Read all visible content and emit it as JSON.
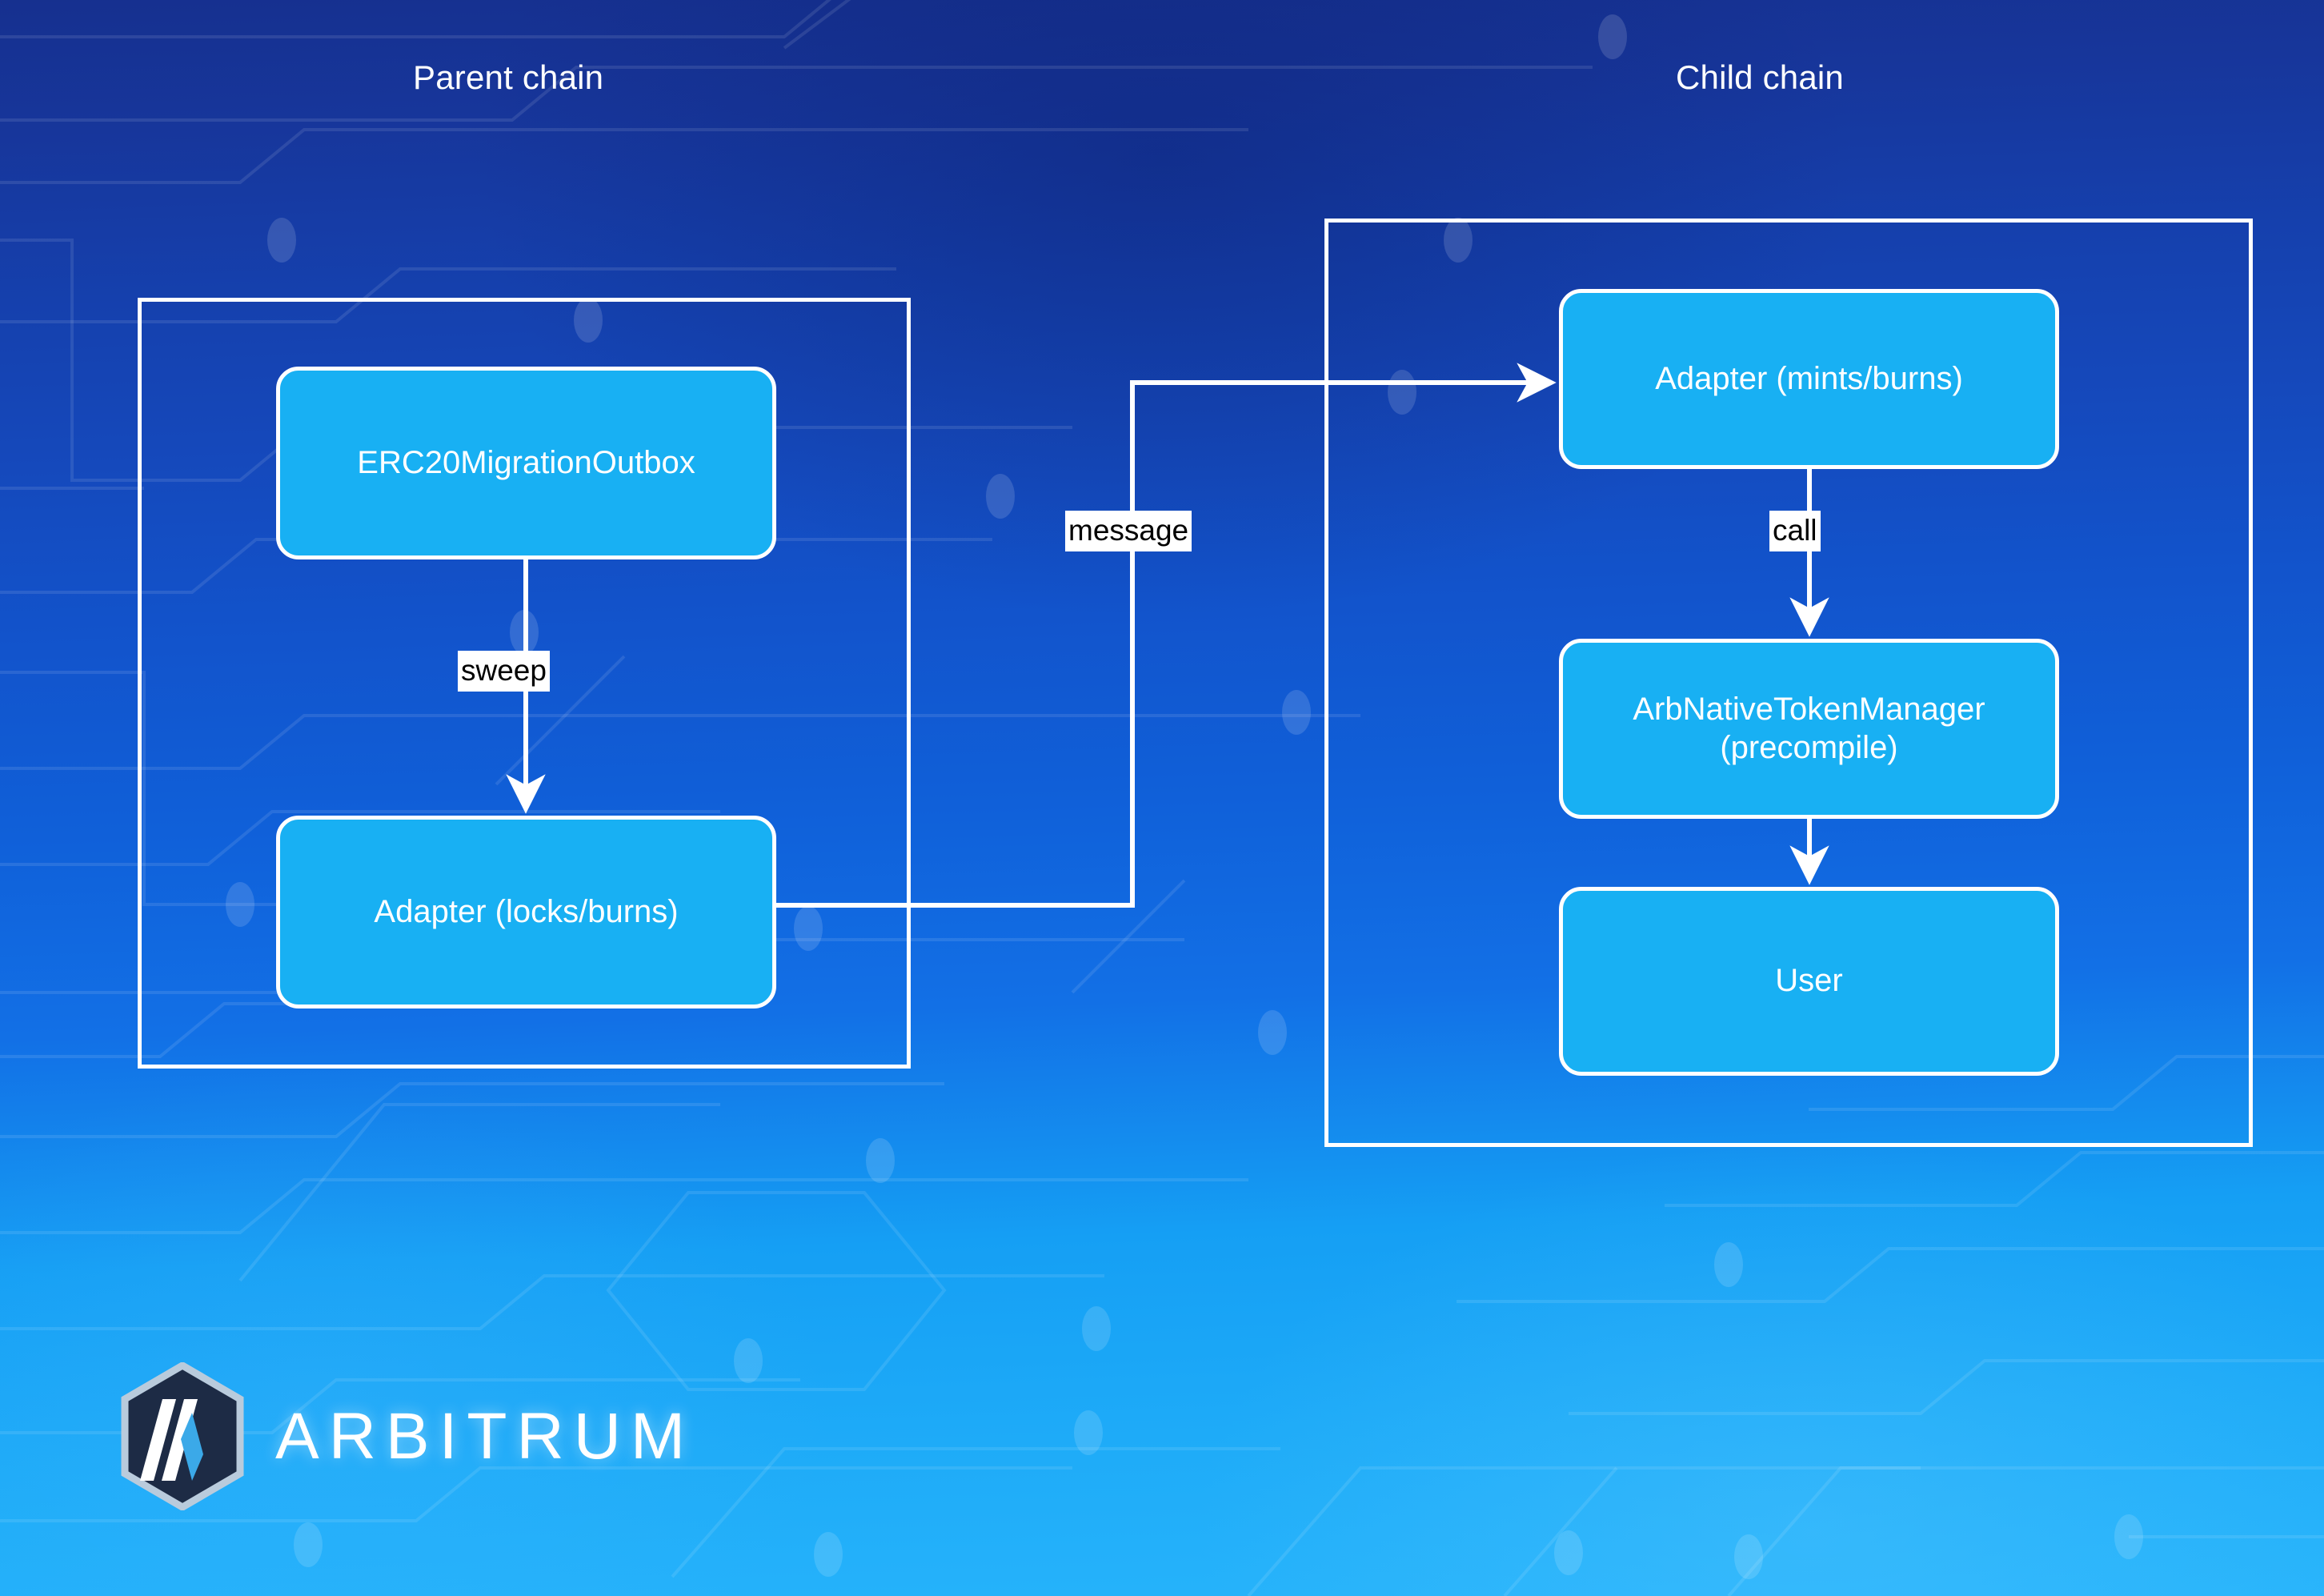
{
  "diagram": {
    "parent": {
      "title": "Parent chain",
      "nodes": {
        "outbox": "ERC20MigrationOutbox",
        "adapter_lock": "Adapter (locks/burns)"
      }
    },
    "child": {
      "title": "Child chain",
      "nodes": {
        "adapter_mint": "Adapter (mints/burns)",
        "precompile_line1": "ArbNativeTokenManager",
        "precompile_line2": "(precompile)",
        "user": "User"
      }
    },
    "edges": {
      "sweep": "sweep",
      "message": "message",
      "call": "call"
    }
  },
  "brand": {
    "wordmark": "ARBITRUM"
  },
  "colors": {
    "node_fill": "#18b0f3",
    "border": "#ffffff",
    "label_text": "#000000",
    "label_bg": "#ffffff",
    "bg_top": "#16308f",
    "bg_bottom": "#27b4fb",
    "logo_dark": "#1d2b45",
    "logo_accent": "#3ba9e8",
    "logo_outline": "#b9cbdc"
  }
}
